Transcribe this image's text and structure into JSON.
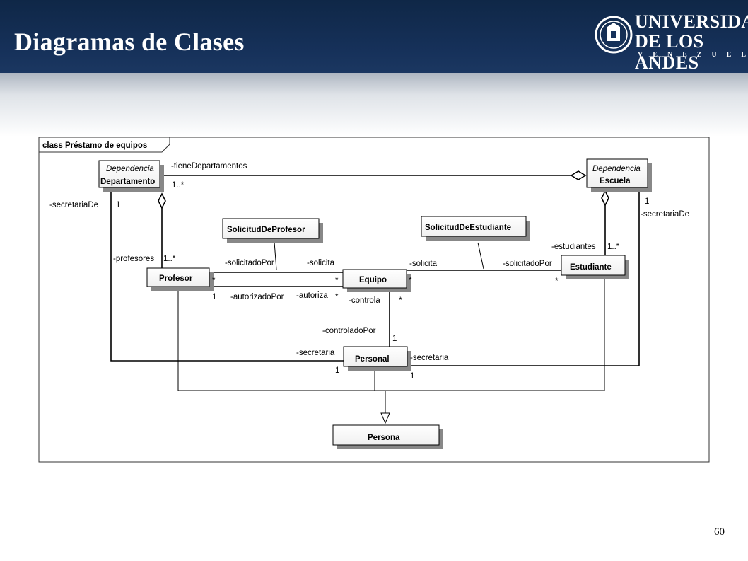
{
  "slide": {
    "title": "Diagramas de Clases",
    "page_number": "60"
  },
  "logo": {
    "line1": "UNIVERSIDAD",
    "line2": "DE LOS ANDES",
    "line3": "VENEZUELA"
  },
  "diagram": {
    "frame_title": "class Préstamo de equipos",
    "classes": {
      "departamento": {
        "stereotype": "Dependencia",
        "name": "Departamento"
      },
      "escuela": {
        "stereotype": "Dependencia",
        "name": "Escuela"
      },
      "solicitud_profesor": {
        "name": "SolicitudDeProfesor"
      },
      "solicitud_estudiante": {
        "name": "SolicitudDeEstudiante"
      },
      "profesor": {
        "name": "Profesor"
      },
      "equipo": {
        "name": "Equipo"
      },
      "estudiante": {
        "name": "Estudiante"
      },
      "personal": {
        "name": "Personal"
      },
      "persona": {
        "name": "Persona"
      }
    },
    "labels": {
      "tiene_departamentos": "-tieneDepartamentos",
      "tiene_departamentos_mult": "1..*",
      "secretaria_de_left": "-secretariaDe",
      "secretaria_de_left_mult": "1",
      "secretaria_de_right": "-secretariaDe",
      "secretaria_de_right_mult": "1",
      "profesores": "-profesores",
      "profesores_mult": "1..*",
      "solicitado_por_left": "-solicitadoPor",
      "solicita_left": "-solicita",
      "prof_mult_star": "*",
      "prof_mult_one": "1",
      "autorizado_por": "-autorizadoPor",
      "autoriza": "-autoriza",
      "equipo_mult_star1": "*",
      "equipo_mult_star2": "*",
      "solicita_right": "-solicita",
      "solicitado_por_right": "-solicitadoPor",
      "equipo_right_star": "*",
      "estudiante_star": "*",
      "estudiantes": "-estudiantes",
      "estudiantes_mult": "1..*",
      "controla": "-controla",
      "controla_mult": "*",
      "controlado_por": "-controladoPor",
      "controlado_por_mult": "1",
      "secretaria_left": "-secretaria",
      "secretaria_left_mult": "1",
      "secretaria_right": "-secretaria",
      "secretaria_right_mult": "1"
    }
  }
}
